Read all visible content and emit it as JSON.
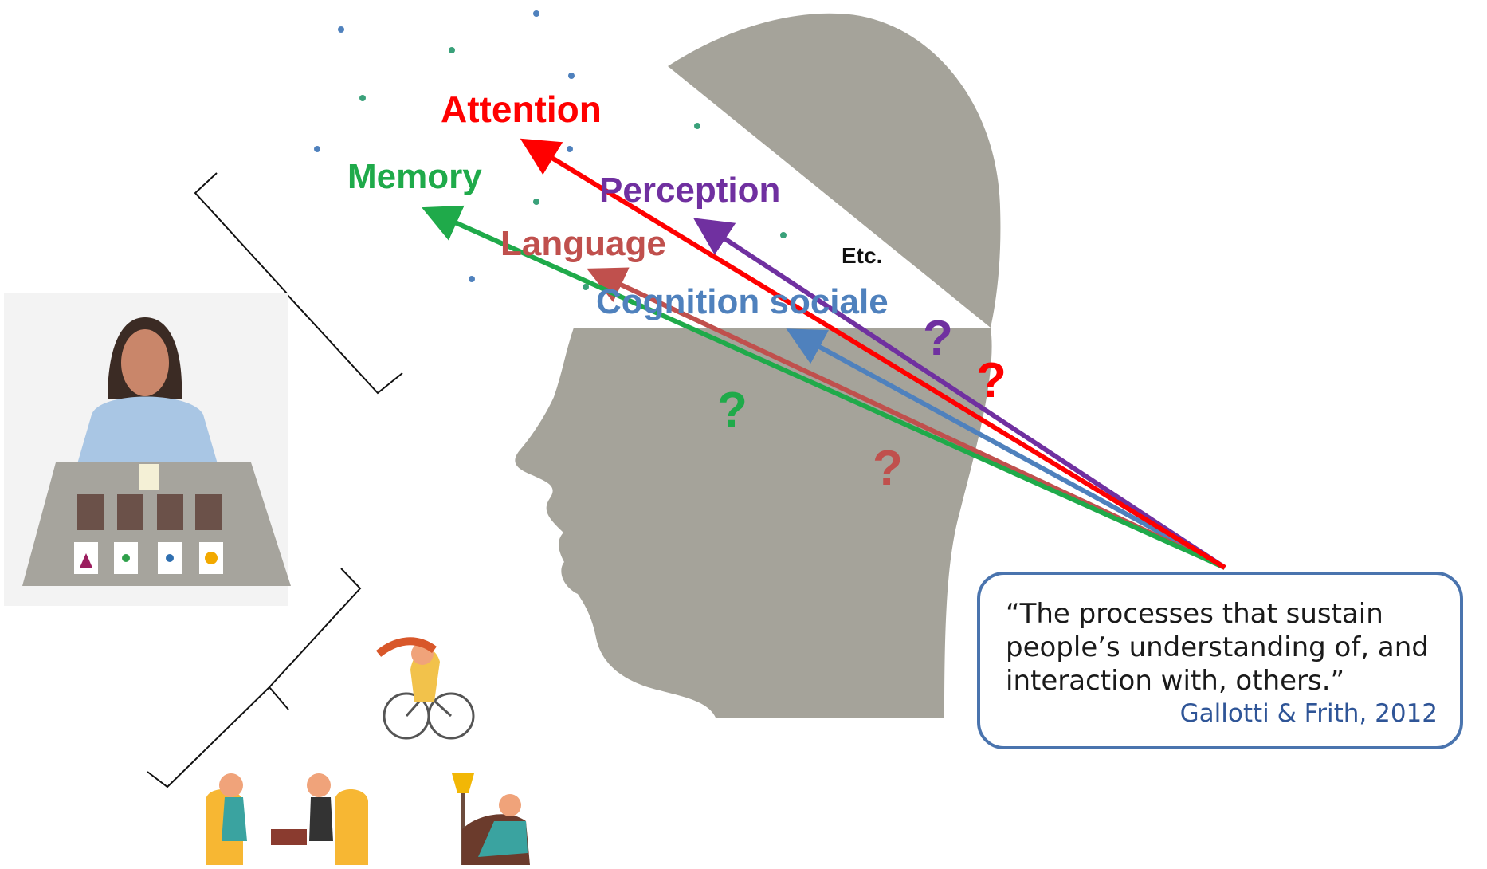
{
  "labels": {
    "attention": "Attention",
    "memory": "Memory",
    "perception": "Perception",
    "language": "Language",
    "etc": "Etc.",
    "social_cognition": "Cognition sociale"
  },
  "question_mark": "?",
  "quote": {
    "text": "“The processes that sustain people’s understanding of, and interaction with, others.”",
    "citation": "Gallotti & Frith, 2012"
  },
  "colors": {
    "attention": "#ff0000",
    "memory": "#1faa4a",
    "perception": "#7030a0",
    "language": "#c0504d",
    "social_cognition": "#4f81bd",
    "head": "#a5a39a",
    "quote_border": "#4a74ae",
    "citation": "#2f5597"
  }
}
